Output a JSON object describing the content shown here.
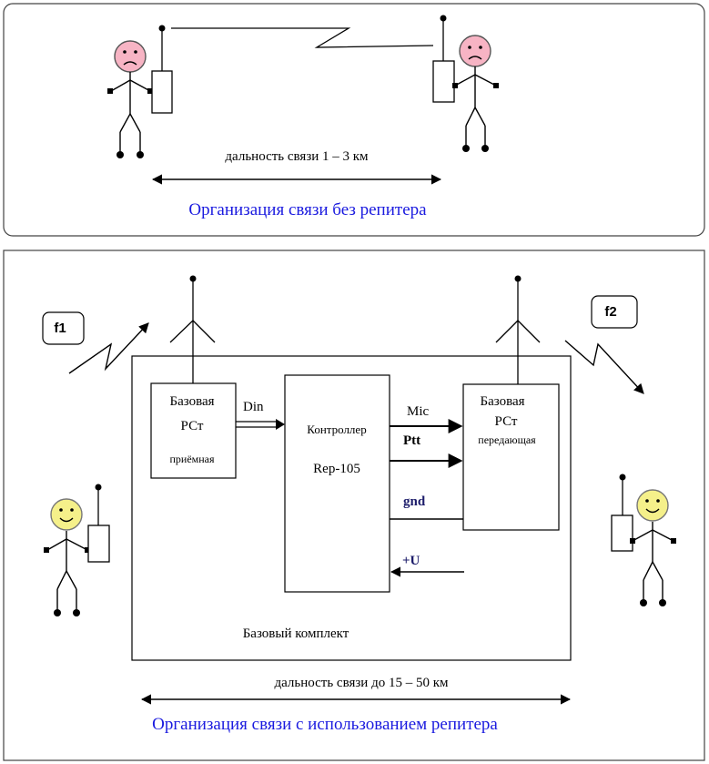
{
  "top": {
    "range_label": "дальность связи  1 – 3 км",
    "caption": "Организация  связи без репитера"
  },
  "bottom": {
    "freq1": "f1",
    "freq2": "f2",
    "rx_station": [
      "Базовая",
      "РСт",
      "приёмная"
    ],
    "tx_station": [
      "Базовая",
      "РСт",
      "передающая"
    ],
    "controller": [
      "Контроллер",
      "Rep-105"
    ],
    "din": "Din",
    "mic": "Mic",
    "ptt": "Ptt",
    "gnd": "gnd",
    "plus_u": "+U",
    "base_kit": "Базовый  комплект",
    "range_label": "дальность связи до 15 – 50 км",
    "caption": "Организация  связи  с использованием  репитера"
  },
  "colors": {
    "caption": "#1a1adf",
    "sad_face": "#f7b4c4",
    "happy_face": "#f5f08a",
    "dark_label": "#1c1c6a"
  }
}
